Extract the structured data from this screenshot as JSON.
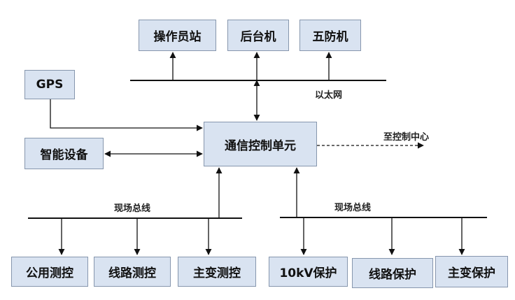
{
  "nodes": {
    "operator_station": "操作员站",
    "backend_computer": "后台机",
    "five_prevention": "五防机",
    "gps": "GPS",
    "smart_device": "智能设备",
    "comm_control_unit": "通信控制单元",
    "public_measure_control": "公用测控",
    "line_measure_control": "线路测控",
    "main_transformer_measure_control": "主变测控",
    "protection_10kv": "10kV保护",
    "line_protection": "线路保护",
    "main_transformer_protection": "主变保护"
  },
  "labels": {
    "ethernet": "以太网",
    "to_control_center": "至控制中心",
    "field_bus_left": "现场总线",
    "field_bus_right": "现场总线"
  }
}
